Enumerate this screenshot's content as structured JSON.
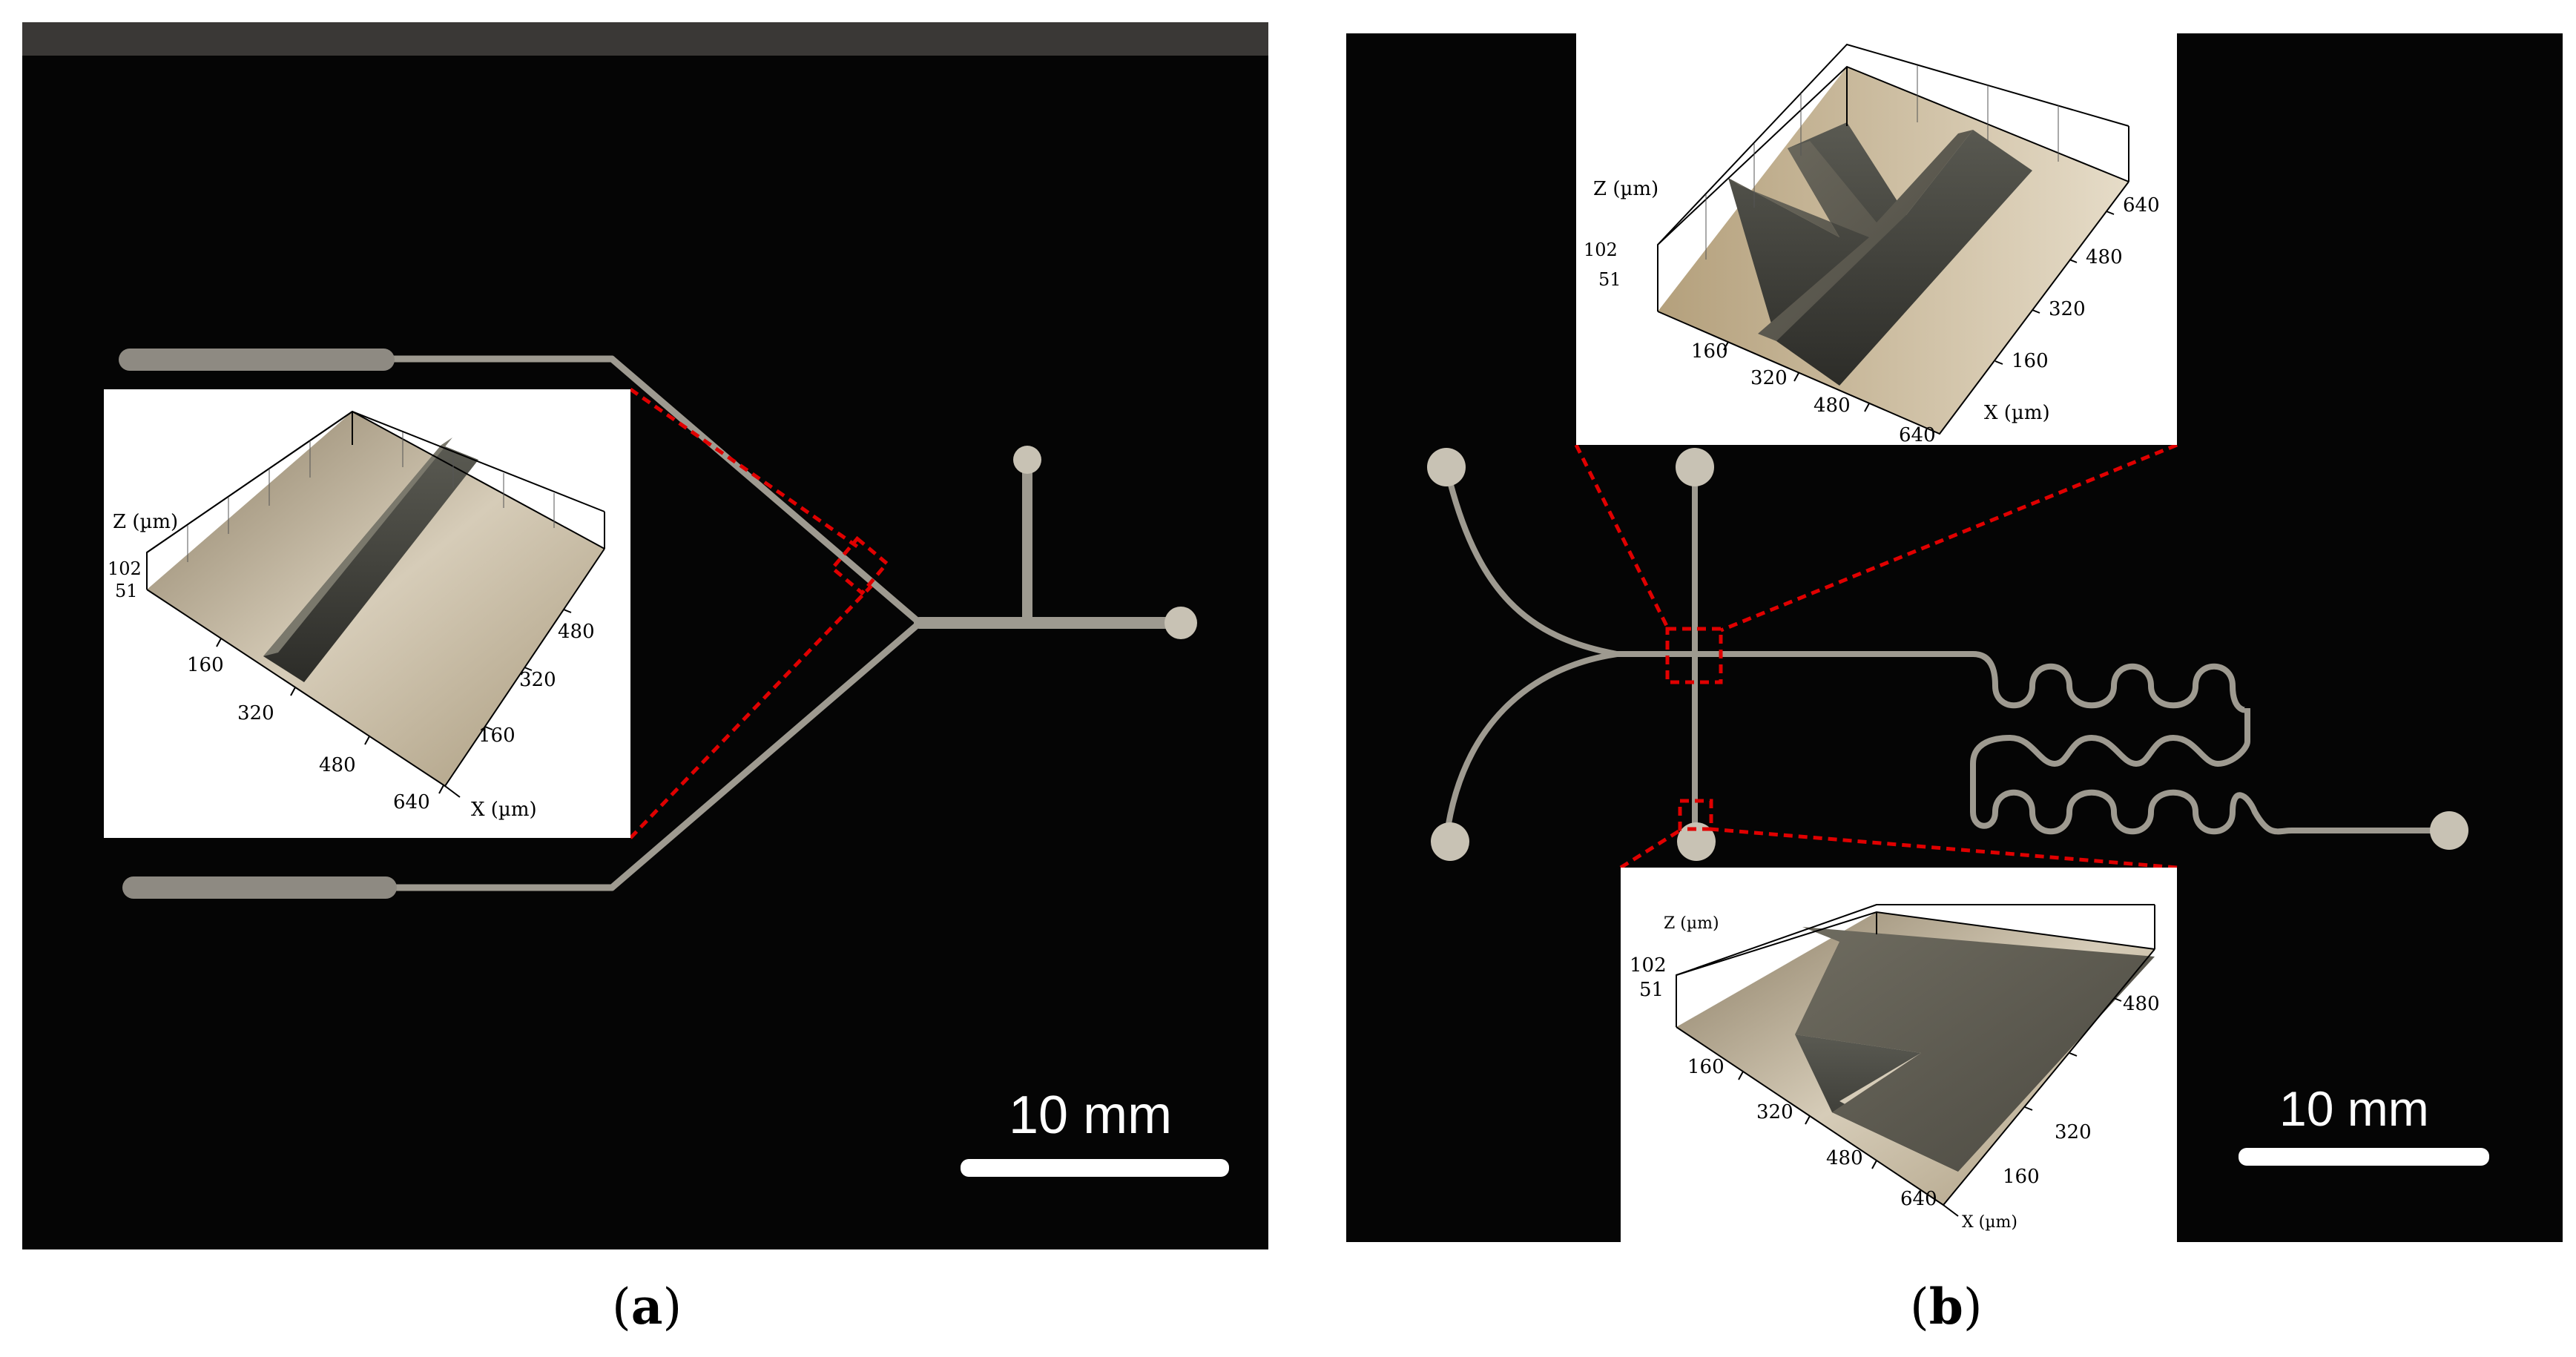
{
  "panels": [
    {
      "caption_open": "(",
      "caption_letter": "a",
      "caption_close": ")",
      "scale_bar": "10 mm",
      "insets": [
        {
          "z_axis": "Z (µm)",
          "z_ticks": [
            "102",
            "51"
          ],
          "x_axis": "X (µm)",
          "left_ticks": [
            "160",
            "320",
            "480",
            "640"
          ],
          "right_ticks": [
            "480",
            "320",
            "160"
          ]
        }
      ]
    },
    {
      "caption_open": "(",
      "caption_letter": "b",
      "caption_close": ")",
      "scale_bar": "10 mm",
      "insets": [
        {
          "z_axis": "Z (µm)",
          "z_ticks": [
            "102",
            "51"
          ],
          "x_axis": "X (µm)",
          "left_ticks": [
            "160",
            "320",
            "480",
            "640"
          ],
          "right_ticks": [
            "640",
            "480",
            "320",
            "160"
          ]
        },
        {
          "z_axis": "Z (µm)",
          "z_ticks": [
            "102",
            "51"
          ],
          "x_axis": "X (µm)",
          "left_ticks": [
            "160",
            "320",
            "480",
            "640"
          ],
          "right_ticks": [
            "480",
            "320",
            "160"
          ]
        }
      ]
    }
  ],
  "colors": {
    "background": "#050505",
    "channel": "#9e9a90",
    "inlet": "#c8c2b4",
    "highlight": "#e00000",
    "scale_bar": "#ffffff"
  }
}
